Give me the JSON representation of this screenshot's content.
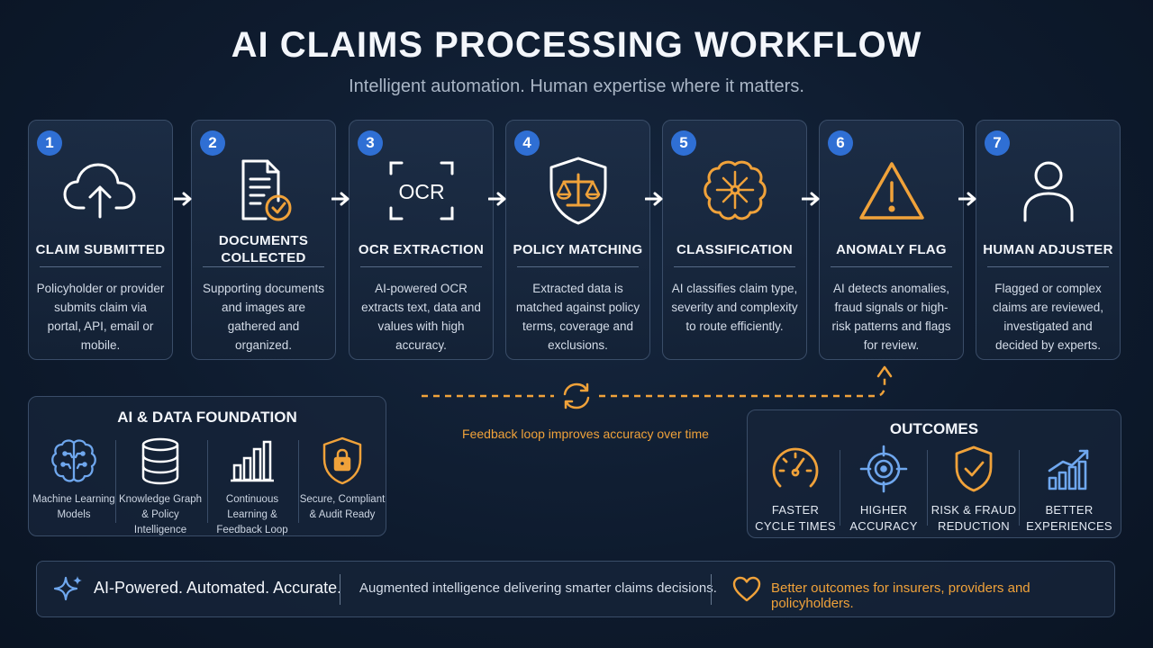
{
  "header": {
    "title": "AI CLAIMS PROCESSING WORKFLOW",
    "subtitle": "Intelligent automation. Human expertise where it matters."
  },
  "steps": [
    {
      "num": "1",
      "title": "CLAIM SUBMITTED",
      "desc": "Policyholder or provider submits claim via portal, API, email or mobile.",
      "icon": "cloud-upload-icon"
    },
    {
      "num": "2",
      "title": "DOCUMENTS COLLECTED",
      "desc": "Supporting documents and images are gathered and organized.",
      "icon": "document-check-icon"
    },
    {
      "num": "3",
      "title": "OCR EXTRACTION",
      "desc": "AI-powered OCR extracts text, data and values with high accuracy.",
      "icon": "ocr-scan-icon",
      "icon_text": "OCR"
    },
    {
      "num": "4",
      "title": "POLICY MATCHING",
      "desc": "Extracted data is matched against policy terms, coverage and exclusions.",
      "icon": "shield-scales-icon"
    },
    {
      "num": "5",
      "title": "CLASSIFICATION",
      "desc": "AI classifies claim type, severity and complexity to route efficiently.",
      "icon": "brain-network-icon"
    },
    {
      "num": "6",
      "title": "ANOMALY FLAG",
      "desc": "AI detects anomalies, fraud signals or high-risk patterns and flags for review.",
      "icon": "warning-triangle-icon"
    },
    {
      "num": "7",
      "title": "HUMAN ADJUSTER",
      "desc": "Flagged or complex claims are reviewed, investigated and decided by experts.",
      "icon": "person-icon"
    }
  ],
  "feedback": {
    "label": "Feedback loop improves accuracy over time"
  },
  "foundation": {
    "title": "AI & DATA FOUNDATION",
    "items": [
      {
        "label": "Machine Learning Models",
        "icon": "brain-icon"
      },
      {
        "label": "Knowledge Graph & Policy Intelligence",
        "icon": "database-icon"
      },
      {
        "label": "Continuous Learning & Feedback Loop",
        "icon": "bar-chart-icon"
      },
      {
        "label": "Secure, Compliant & Audit Ready",
        "icon": "shield-lock-icon"
      }
    ]
  },
  "outcomes": {
    "title": "OUTCOMES",
    "items": [
      {
        "line1": "FASTER",
        "line2": "CYCLE TIMES",
        "icon": "speedometer-icon"
      },
      {
        "line1": "HIGHER",
        "line2": "ACCURACY",
        "icon": "target-icon"
      },
      {
        "line1": "RISK & FRAUD",
        "line2": "REDUCTION",
        "icon": "shield-check-icon"
      },
      {
        "line1": "BETTER",
        "line2": "EXPERIENCES",
        "icon": "growth-chart-icon"
      }
    ]
  },
  "footer": {
    "tagline": "AI-Powered. Automated. Accurate.",
    "middle": "Augmented intelligence delivering smarter claims decisions.",
    "right": "Better outcomes for insurers, providers and policyholders."
  },
  "colors": {
    "accent_blue": "#2f6fd4",
    "accent_orange": "#f0a23a",
    "background": "#0e1b2e"
  }
}
